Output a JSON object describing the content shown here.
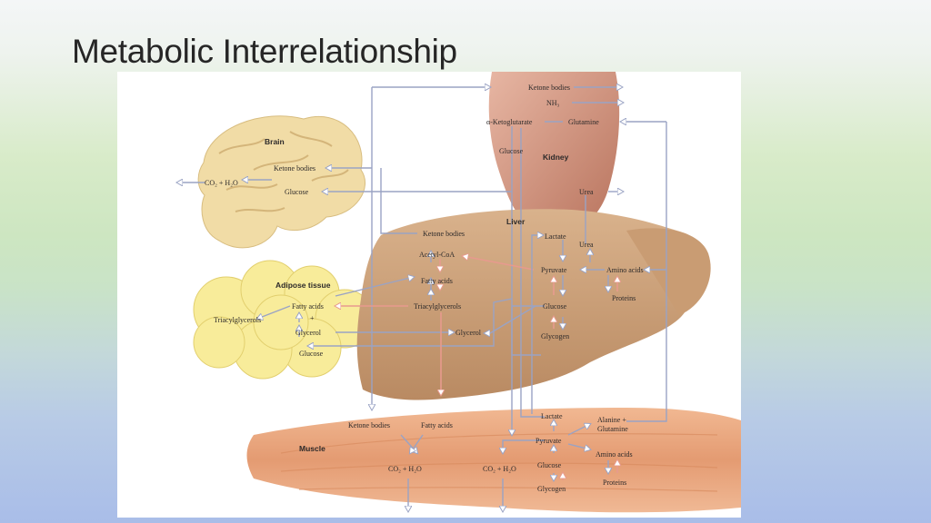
{
  "slide": {
    "title": "Metabolic Interrelationship"
  },
  "colors": {
    "brain": "#f1dca6",
    "adipose": "#f8ec9a",
    "liver": "#c89a72",
    "kidney": "#c98670",
    "muscle": "#e7a27a",
    "pathway_arrow": "#9aa3c4",
    "highlight_arrow": "#e79a8e"
  },
  "diagram": {
    "organs": {
      "brain": "Brain",
      "adipose": "Adipose tissue",
      "liver": "Liver",
      "kidney": "Kidney",
      "muscle": "Muscle"
    },
    "kidney": {
      "ketone_bodies": "Ketone bodies",
      "nh3": "NH₃",
      "alpha_ketoglutarate": "α-Ketoglutarate",
      "glutamine": "Glutamine",
      "glucose": "Glucose",
      "urea": "Urea"
    },
    "brain": {
      "co2_h2o": "CO₂ + H₂O",
      "ketone_bodies": "Ketone bodies",
      "glucose": "Glucose"
    },
    "adipose": {
      "triacylglycerols": "Triacylglycerols",
      "fatty_acids": "Fatty acids",
      "plus": "+",
      "glycerol": "Glycerol",
      "glucose": "Glucose"
    },
    "liver": {
      "ketone_bodies": "Ketone bodies",
      "acetyl_coa": "Acetyl-CoA",
      "fatty_acids": "Fatty acids",
      "triacylglycerols": "Triacylglycerols",
      "glycerol": "Glycerol",
      "lactate": "Lactate",
      "urea": "Urea",
      "pyruvate": "Pyruvate",
      "amino_acids": "Amino acids",
      "proteins": "Proteins",
      "glucose": "Glucose",
      "glycogen": "Glycogen"
    },
    "muscle": {
      "ketone_bodies": "Ketone bodies",
      "fatty_acids": "Fatty acids",
      "co2_h2o_left": "CO₂ + H₂O",
      "lactate": "Lactate",
      "alanine_glutamine": "Alanine +",
      "glutamine": "Glutamine",
      "pyruvate": "Pyruvate",
      "amino_acids": "Amino acids",
      "co2_h2o_right": "CO₂ + H₂O",
      "glucose": "Glucose",
      "glycogen": "Glycogen",
      "proteins": "Proteins"
    }
  }
}
